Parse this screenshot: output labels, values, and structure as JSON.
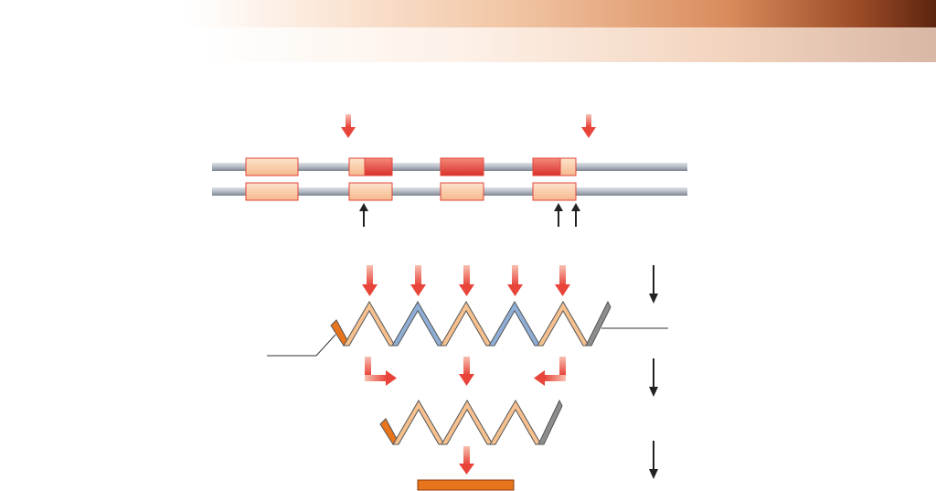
{
  "colors": {
    "exon_light": "#f9c9a1",
    "exon_dark": "#e8443a",
    "exon_border": "#e0443a",
    "strand": "#b9c0c8",
    "mutation_arrow": "#e8443a",
    "marker_arrow": "#222222",
    "zigzag_tan": "#f6c18e",
    "zigzag_blue": "#8faed6",
    "zigzag_stub": "#e8751c",
    "zigzag_end": "#8d8d8d",
    "product_bar": "#e8751c",
    "header_dark": "#5c2410"
  },
  "diagram": {
    "top_strand_exons": [
      "light",
      "half-light-dark",
      "dark",
      "half-dark-light"
    ],
    "bottom_strand_exons": [
      "light",
      "light",
      "light",
      "light"
    ],
    "zigzag_upper_segments": [
      "tan",
      "blue",
      "tan",
      "blue",
      "tan"
    ],
    "zigzag_lower_segments": [
      "tan",
      "tan",
      "tan"
    ]
  }
}
